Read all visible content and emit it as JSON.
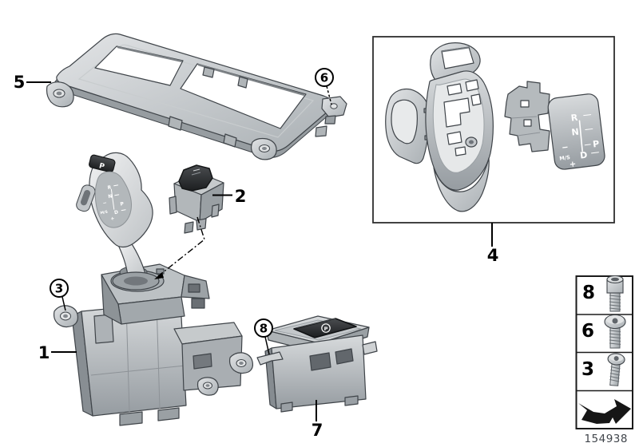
{
  "diagram_number": "154938",
  "labels": {
    "p1": "1",
    "p2": "2",
    "p3": "3",
    "p4": "4",
    "p5": "5",
    "p6": "6",
    "p7": "7",
    "p8": "8"
  },
  "legend": {
    "rows": [
      {
        "num": "8",
        "icon": "socket-head-cap-screw-icon"
      },
      {
        "num": "6",
        "icon": "pan-head-torx-screw-icon"
      },
      {
        "num": "3",
        "icon": "button-head-torx-screw-icon"
      }
    ],
    "nav_icon": "direction-arrow-icon"
  },
  "shift_pattern": {
    "reverse": "R",
    "neutral": "N",
    "drive": "D",
    "park": "P",
    "manual": "M/S",
    "plus": "+",
    "minus": "−"
  },
  "knob": {
    "top_button": "P"
  },
  "park_switch": {
    "icon_letter": "P"
  },
  "colors": {
    "background": "#ffffff",
    "outline": "#3f4449",
    "part_light": "#d8dbdd",
    "part_mid": "#b4b9bc",
    "part_dark": "#8f959a",
    "button_dark": "#212325",
    "label": "#000000",
    "detail_box_border": "#2e2e2e",
    "number_text": "#40454b"
  }
}
